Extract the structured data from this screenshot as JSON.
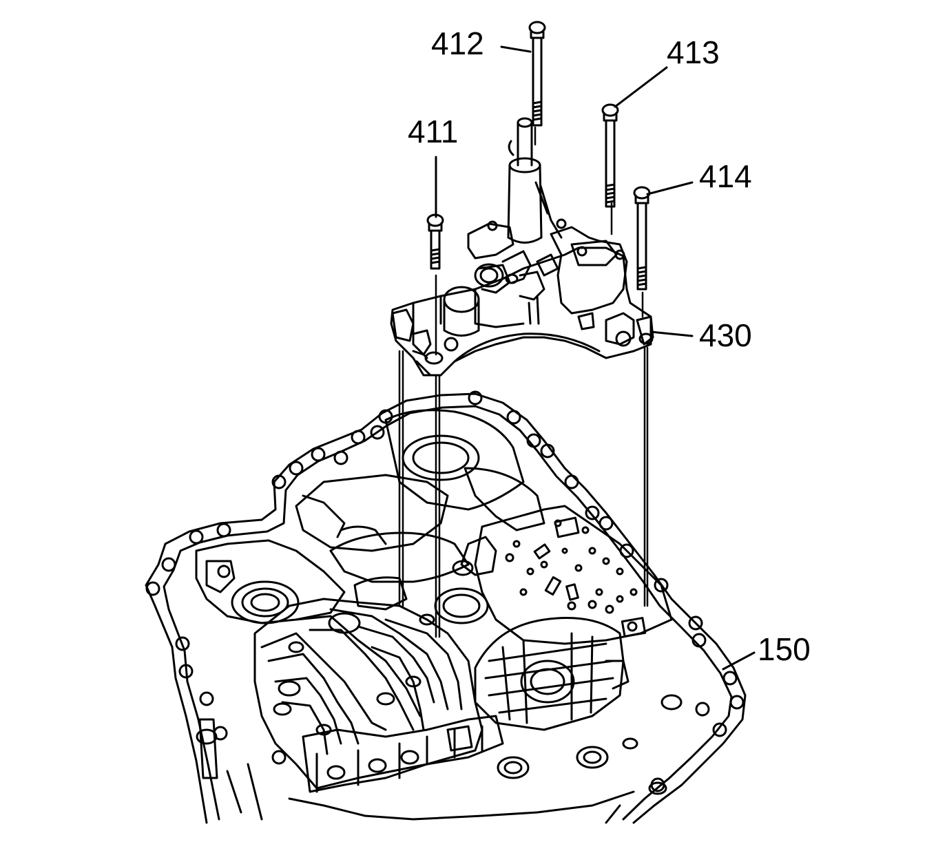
{
  "callouts": {
    "c411": "411",
    "c412": "412",
    "c413": "413",
    "c414": "414",
    "c430": "430",
    "c150": "150"
  },
  "colors": {
    "line": "#000000",
    "background": "#ffffff"
  }
}
